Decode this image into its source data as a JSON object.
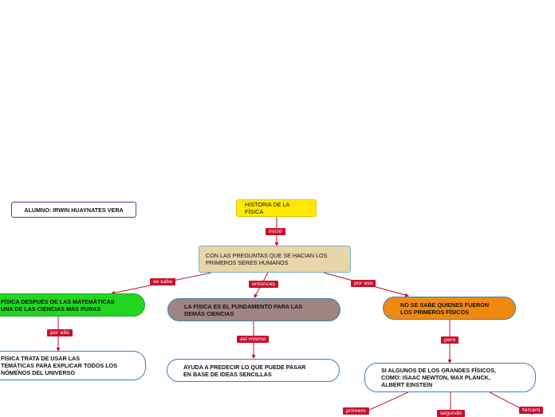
{
  "nodes": {
    "student": {
      "text": "ALUMNO: IRWIN HUAYNATES VERA",
      "border": "#6b2c91",
      "fill": "#ffffff"
    },
    "root": {
      "text": "HISTORIA DE LA FÍSICA",
      "border": "#e6c300",
      "fill": "#ffea00"
    },
    "questions": {
      "text": "CON LAS PREGUNTAS QUE SE HACIAN LOS\nPRIMEROS SERES HUMANOS",
      "border": "#7fb3c8",
      "fill": "#e8d5a9"
    },
    "after_math": {
      "text": "FÍSICA DESPUÉS DE LAS MATEMÁTICAS\nUNA DE LAS CIENCIAS MÁS PURAS",
      "border": "#1fa81f",
      "fill": "#22d722"
    },
    "foundation": {
      "text": "LA FÍSICA ES EL FUNDAMENTO PARA LAS\nDEMÁS CIENCIAS",
      "border": "#3a7fc0",
      "fill": "#a08480"
    },
    "unknown": {
      "text": "NO SE SABE QUIENES FUERON\nLOS PRIMEROS FÍSICOS",
      "border": "#3a7fc0",
      "fill": "#f08a0e"
    },
    "math_explain": {
      "text": "FÍSICA TRATA DE USAR LAS\nTEMÁTICAS PARA EXPLICAR TODOS LOS\nNÓMENOS DEL UNIVERSO",
      "border": "#3a7fc0",
      "fill": "#ffffff"
    },
    "helps": {
      "text": "AYUDA A PREDECIR LO QUE PUEDE PASAR\nEN BASE DE IDEAS SENCILLAS",
      "border": "#3a7fc0",
      "fill": "#ffffff"
    },
    "physicists": {
      "text": "SI ALGUNOS DE LOS GRANDES FÍSICOS,\nCOMO: ISAAC NEWTON, MAX PLANCK,\nALBERT EINSTEIN",
      "border": "#3a7fc0",
      "fill": "#ffffff"
    }
  },
  "links": {
    "inicio": "inició",
    "se_sabe": "se sabe",
    "entonces": "entonces",
    "por_eso": "por eso",
    "por_ello": "por ello",
    "asi_mismo": "así mismo",
    "pero": "pero",
    "primero": "primero",
    "segundo": "segundo",
    "tercero": "tercero"
  },
  "colors": {
    "connector": "#c8102e"
  }
}
